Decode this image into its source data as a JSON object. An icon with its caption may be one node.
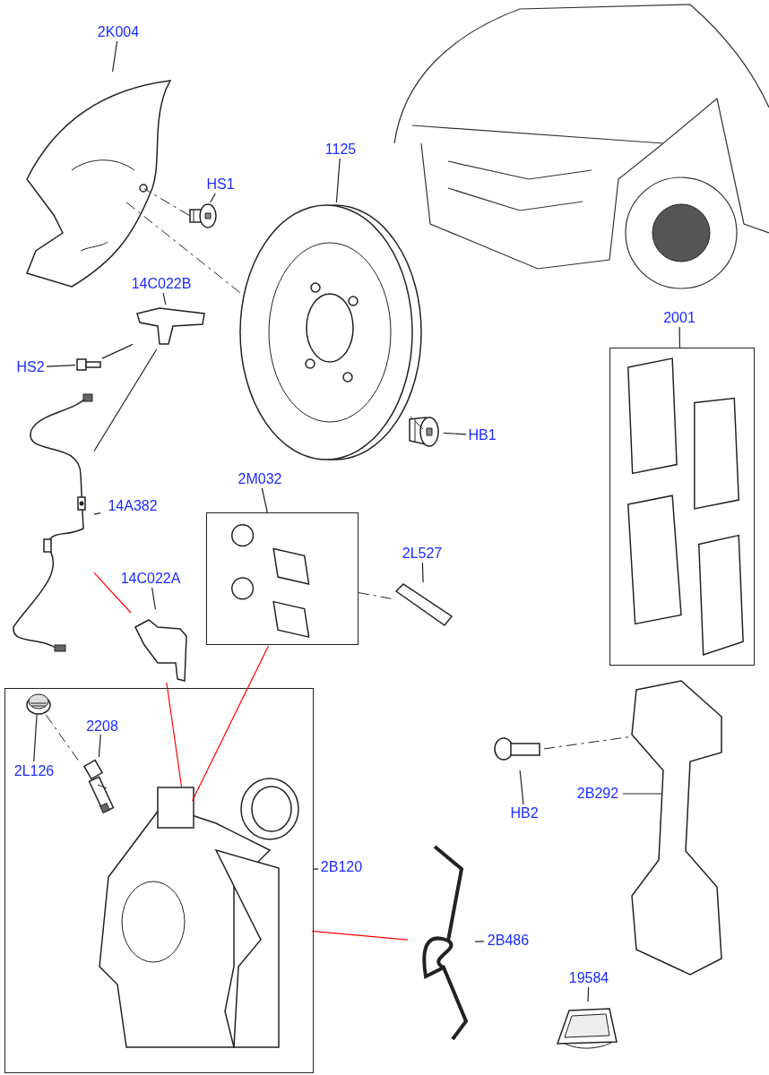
{
  "diagram": {
    "nodes": [
      {
        "text": [
          "2K004"
        ]
      },
      {
        "text": [],
        "shape": "picture"
      },
      {
        "text": [
          "HS1"
        ]
      },
      {
        "text": [],
        "shape": "picture"
      },
      {
        "text": [
          "1125"
        ]
      },
      {
        "text": [],
        "shape": "picture"
      },
      {
        "text": [
          "14C022B"
        ]
      },
      {
        "text": [],
        "shape": "picture"
      },
      {
        "text": [
          "HS2"
        ]
      },
      {
        "text": [],
        "shape": "picture"
      },
      {
        "text": [
          "14A382"
        ]
      },
      {
        "text": [],
        "shape": "picture"
      },
      {
        "text": [
          "HB1"
        ]
      },
      {
        "text": [],
        "shape": "picture"
      },
      {
        "text": [],
        "shape": "picture"
      },
      {
        "text": [
          "2001"
        ]
      },
      {
        "text": [],
        "shape": "box"
      },
      {
        "text": [
          "2M032"
        ]
      },
      {
        "text": [],
        "shape": "box"
      },
      {
        "text": [
          "2L527"
        ]
      },
      {
        "text": [],
        "shape": "picture"
      },
      {
        "text": [
          "14C022A"
        ]
      },
      {
        "text": [],
        "shape": "picture"
      },
      {
        "text": [
          "2208"
        ],
        "in": 28
      },
      {
        "text": [],
        "shape": "picture",
        "in": 28
      },
      {
        "text": [
          "2L126"
        ],
        "in": 28
      },
      {
        "text": [],
        "shape": "picture",
        "in": 28
      },
      {
        "text": [
          "2B120"
        ]
      },
      {
        "text": [],
        "shape": "box"
      },
      {
        "text": [],
        "shape": "picture",
        "in": 28
      },
      {
        "text": [],
        "shape": "picture",
        "in": 28
      },
      {
        "text": [
          "2B486"
        ]
      },
      {
        "text": [],
        "shape": "picture"
      },
      {
        "text": [
          "HB2"
        ]
      },
      {
        "text": [],
        "shape": "picture"
      },
      {
        "text": [
          "2B292"
        ]
      },
      {
        "text": [],
        "shape": "picture"
      },
      {
        "text": [
          "19584"
        ]
      },
      {
        "text": [],
        "shape": "picture"
      }
    ],
    "edges": [
      {
        "from": 0,
        "to": 1,
        "arrow": "none"
      },
      {
        "from": 2,
        "to": 3,
        "arrow": "none"
      },
      {
        "from": 3,
        "to": 1,
        "arrow": "none",
        "style": "dashed"
      },
      {
        "from": 4,
        "to": 5,
        "arrow": "none"
      },
      {
        "from": 1,
        "to": 5,
        "arrow": "none",
        "style": "dashed"
      },
      {
        "from": 6,
        "to": 7,
        "arrow": "none"
      },
      {
        "from": 8,
        "to": 9,
        "arrow": "none"
      },
      {
        "from": 9,
        "to": 7,
        "arrow": "none"
      },
      {
        "from": 7,
        "to": 11,
        "arrow": "none"
      },
      {
        "from": 10,
        "to": 11,
        "arrow": "none"
      },
      {
        "from": 5,
        "to": 13,
        "arrow": "none",
        "style": "dashed"
      },
      {
        "from": 12,
        "to": 13,
        "arrow": "none"
      },
      {
        "from": 15,
        "to": 16,
        "arrow": "none"
      },
      {
        "from": 17,
        "to": 18,
        "arrow": "none"
      },
      {
        "from": 18,
        "to": 20,
        "arrow": "none",
        "style": "dashed"
      },
      {
        "from": 19,
        "to": 20,
        "arrow": "none"
      },
      {
        "from": 21,
        "to": 22,
        "arrow": "none"
      },
      {
        "from": 22,
        "to": 11,
        "arrow": "none",
        "color": "#ff0000"
      },
      {
        "from": 22,
        "to": 29,
        "arrow": "none",
        "color": "#ff0000"
      },
      {
        "from": 18,
        "to": 29,
        "arrow": "none",
        "color": "#ff0000"
      },
      {
        "from": 26,
        "to": 24,
        "arrow": "none",
        "style": "dashed"
      },
      {
        "from": 23,
        "to": 24,
        "arrow": "none"
      },
      {
        "from": 25,
        "to": 26,
        "arrow": "none"
      },
      {
        "from": 27,
        "to": 28,
        "arrow": "none"
      },
      {
        "from": 32,
        "to": 29,
        "arrow": "none",
        "color": "#ff0000"
      },
      {
        "from": 31,
        "to": 32,
        "arrow": "none"
      },
      {
        "from": 33,
        "to": 34,
        "arrow": "none"
      },
      {
        "from": 34,
        "to": 36,
        "arrow": "none",
        "style": "dashed"
      },
      {
        "from": 35,
        "to": 36,
        "arrow": "none"
      },
      {
        "from": 37,
        "to": 38,
        "arrow": "none"
      }
    ]
  }
}
